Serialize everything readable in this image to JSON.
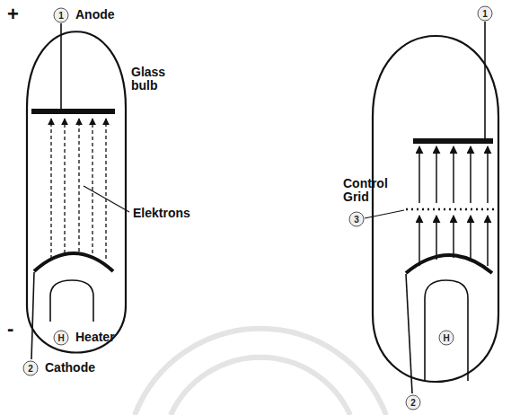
{
  "diagram": {
    "labels": [
      "+",
      "1",
      "Anode",
      "Glass bulb",
      "Elektrons",
      "-",
      "H",
      "Heater",
      "2",
      "Cathode",
      "1",
      "Control Grid",
      "3",
      "H",
      "2"
    ]
  }
}
